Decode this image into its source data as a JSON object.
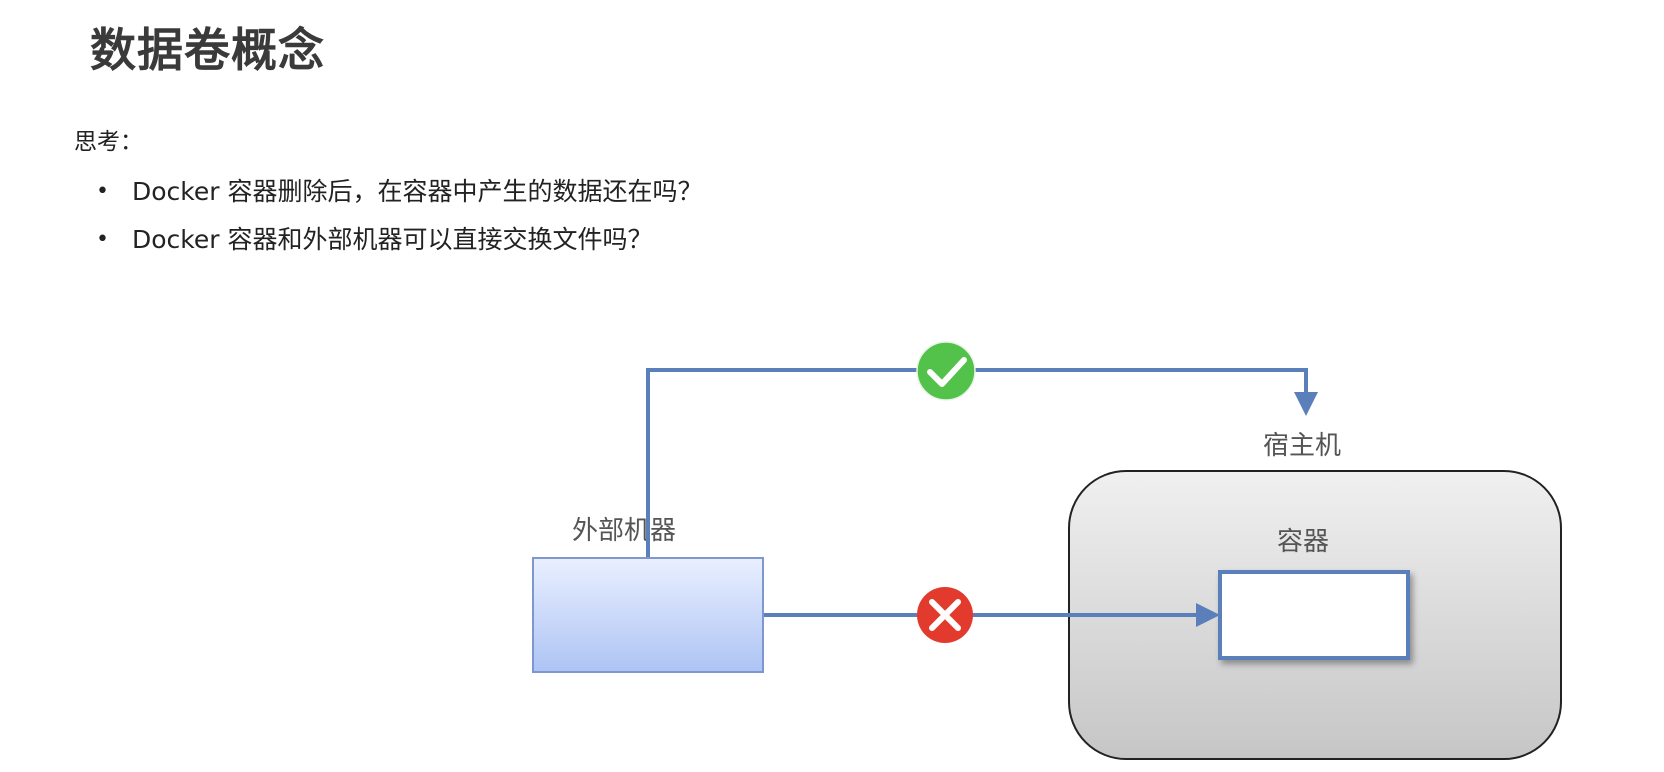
{
  "slide": {
    "title": "数据卷概念",
    "think_label": "思考：",
    "bullets": [
      "Docker 容器删除后，在容器中产生的数据还在吗？",
      "Docker 容器和外部机器可以直接交换文件吗？"
    ]
  },
  "diagram": {
    "external_label": "外部机器",
    "host_label": "宿主机",
    "container_label": "容器",
    "connections": [
      {
        "from": "外部机器",
        "to": "宿主机",
        "status": "allowed",
        "icon": "check-icon"
      },
      {
        "from": "外部机器",
        "to": "容器",
        "status": "blocked",
        "icon": "cross-icon"
      }
    ],
    "colors": {
      "arrow": "#5b7fba",
      "check": "#52c24a",
      "cross": "#e23b2e"
    }
  }
}
